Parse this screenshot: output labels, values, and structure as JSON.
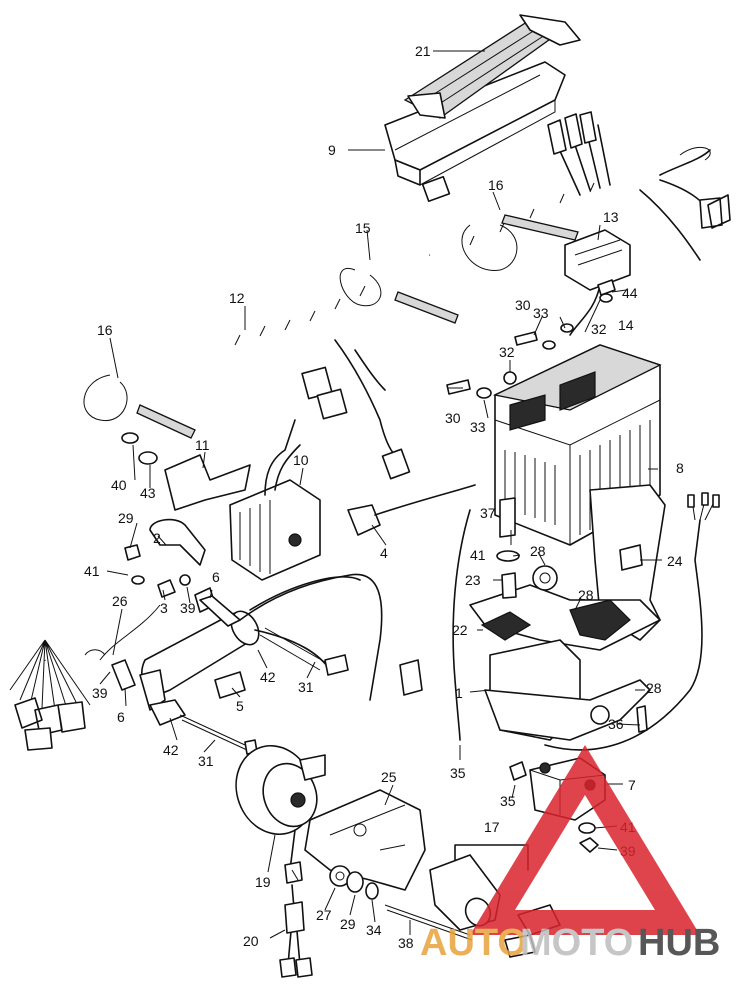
{
  "callouts": [
    {
      "id": "21",
      "text": "21"
    },
    {
      "id": "9",
      "text": "9"
    },
    {
      "id": "16a",
      "text": "16"
    },
    {
      "id": "15",
      "text": "15"
    },
    {
      "id": "13",
      "text": "13"
    },
    {
      "id": "44",
      "text": "44"
    },
    {
      "id": "30a",
      "text": "30"
    },
    {
      "id": "33a",
      "text": "33"
    },
    {
      "id": "32a",
      "text": "32"
    },
    {
      "id": "14",
      "text": "14"
    },
    {
      "id": "12",
      "text": "12"
    },
    {
      "id": "16b",
      "text": "16"
    },
    {
      "id": "32b",
      "text": "32"
    },
    {
      "id": "30b",
      "text": "30"
    },
    {
      "id": "33b",
      "text": "33"
    },
    {
      "id": "40",
      "text": "40"
    },
    {
      "id": "43",
      "text": "43"
    },
    {
      "id": "11",
      "text": "11"
    },
    {
      "id": "10",
      "text": "10"
    },
    {
      "id": "8",
      "text": "8"
    },
    {
      "id": "29a",
      "text": "29"
    },
    {
      "id": "2",
      "text": "2"
    },
    {
      "id": "41a",
      "text": "41"
    },
    {
      "id": "3",
      "text": "3"
    },
    {
      "id": "39a",
      "text": "39"
    },
    {
      "id": "6a",
      "text": "6"
    },
    {
      "id": "4",
      "text": "4"
    },
    {
      "id": "37",
      "text": "37"
    },
    {
      "id": "41b",
      "text": "41"
    },
    {
      "id": "28a",
      "text": "28"
    },
    {
      "id": "24",
      "text": "24"
    },
    {
      "id": "23",
      "text": "23"
    },
    {
      "id": "26",
      "text": "26"
    },
    {
      "id": "28b",
      "text": "28"
    },
    {
      "id": "22",
      "text": "22"
    },
    {
      "id": "39b",
      "text": "39"
    },
    {
      "id": "6b",
      "text": "6"
    },
    {
      "id": "42a",
      "text": "42"
    },
    {
      "id": "31a",
      "text": "31"
    },
    {
      "id": "5",
      "text": "5"
    },
    {
      "id": "1",
      "text": "1"
    },
    {
      "id": "28c",
      "text": "28"
    },
    {
      "id": "42b",
      "text": "42"
    },
    {
      "id": "31b",
      "text": "31"
    },
    {
      "id": "36",
      "text": "36"
    },
    {
      "id": "35a",
      "text": "35"
    },
    {
      "id": "25",
      "text": "25"
    },
    {
      "id": "7",
      "text": "7"
    },
    {
      "id": "35b",
      "text": "35"
    },
    {
      "id": "41c",
      "text": "41"
    },
    {
      "id": "17",
      "text": "17"
    },
    {
      "id": "39c",
      "text": "39"
    },
    {
      "id": "19",
      "text": "19"
    },
    {
      "id": "27",
      "text": "27"
    },
    {
      "id": "29b",
      "text": "29"
    },
    {
      "id": "34",
      "text": "34"
    },
    {
      "id": "38",
      "text": "38"
    },
    {
      "id": "20",
      "text": "20"
    }
  ],
  "watermark": {
    "part1": "AUTO",
    "part2": "MOTO",
    "part3": "HUB",
    "colors": {
      "auto": "#e8a23a",
      "moto": "#bdbdbd",
      "hub": "#3a3a3a",
      "triangle": "#d9232d"
    }
  }
}
